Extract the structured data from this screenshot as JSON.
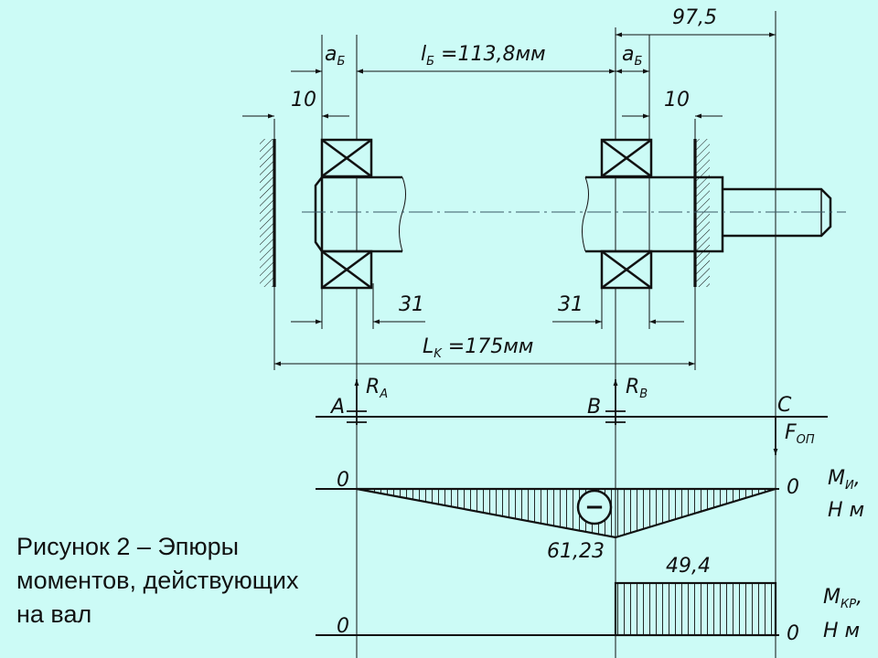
{
  "caption": {
    "line1": "Рисунок 2 – Эпюры",
    "line2": "моментов, действующих",
    "line3": "на вал"
  },
  "dimensions": {
    "overhang": "97,5",
    "a_left": "a",
    "a_left_sub": "Б",
    "a_right": "a",
    "a_right_sub": "Б",
    "span_label": "l",
    "span_sub": "Б",
    "span_value": " =113,8мм",
    "gap_left": "10",
    "gap_right": "10",
    "width_left": "31",
    "width_right": "31",
    "housing_label": "L",
    "housing_sub": "K",
    "housing_value": " =175мм"
  },
  "beam": {
    "point_a": "A",
    "point_b": "B",
    "point_c": "C",
    "reaction_a": "R",
    "reaction_a_sub": "A",
    "reaction_b": "R",
    "reaction_b_sub": "B",
    "force": "F",
    "force_sub": "ОП"
  },
  "bending_diagram": {
    "zero_left": "0",
    "zero_right": "0",
    "sign": "−",
    "max_value": "61,23",
    "axis_label_1": "M",
    "axis_label_1_sub": "И",
    "axis_label_1_suffix": ",",
    "axis_label_2": "Н м"
  },
  "torque_diagram": {
    "zero_left": "0",
    "zero_right": "0",
    "value": "49,4",
    "axis_label_1": "M",
    "axis_label_1_sub": "КР",
    "axis_label_1_suffix": ",",
    "axis_label_2": "Н м"
  },
  "colors": {
    "background": "#ccfbf6",
    "ink": "#111111",
    "centerline": "#3a5a66"
  }
}
